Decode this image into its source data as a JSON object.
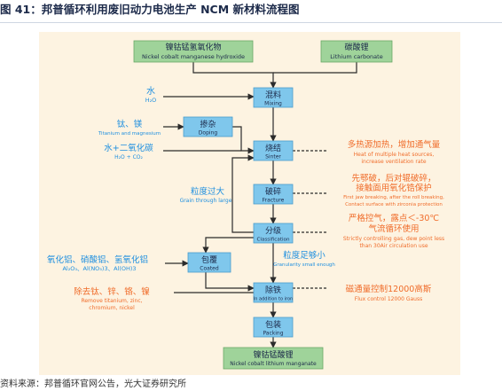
{
  "figure_title": "图 41：邦普循环利用废旧动力电池生产 NCM 新材料流程图",
  "source_text": "资料来源：邦普循环官网公告，光大证券研究所",
  "colors": {
    "panel": "#fdf3e1",
    "box_teal": "#7fc7ec",
    "box_green": "#9fd39a",
    "arrow": "#2b2b2b",
    "input_text": "#1e8fe0",
    "note_text": "#f06c2a",
    "title_text": "#1c2a4a"
  },
  "nodes": {
    "hydroxide": {
      "zh": "镍钴锰氢氧化物",
      "en": "Nickel cobalt manganese hydroxide"
    },
    "li_carbonate": {
      "zh": "碳酸锂",
      "en": "Lithium carbonate"
    },
    "mixing": {
      "zh": "混料",
      "en": "Mixing"
    },
    "doping": {
      "zh": "掺杂",
      "en": "Doping"
    },
    "sinter": {
      "zh": "烧结",
      "en": "Sinter"
    },
    "fracture": {
      "zh": "破碎",
      "en": "Fracture"
    },
    "classification": {
      "zh": "分级",
      "en": "Classification"
    },
    "coated": {
      "zh": "包覆",
      "en": "Coated"
    },
    "iron_removal": {
      "zh": "除铁",
      "en": "In addition to iron"
    },
    "packing": {
      "zh": "包装",
      "en": "Packing"
    },
    "product": {
      "zh": "镍钴锰酸锂",
      "en": "Nickel cobalt lithium manganate"
    }
  },
  "inputs": {
    "water": {
      "zh": "水",
      "en": "H₂O"
    },
    "ti_mg": {
      "zh": "钛、镁",
      "en": "Titanium and magnesium"
    },
    "water_co2": {
      "zh": "水+二氧化碳",
      "en": "H₂O + CO₂"
    },
    "grain_large": {
      "zh": "粒度过大",
      "en": "Grain through large"
    },
    "al_compounds": {
      "zh": "氧化铝、硝酸铝、氢氧化铝",
      "en": "Al₂O₃、Al(NO₃)3、Al(OH)3"
    },
    "grain_small": {
      "zh": "粒度足够小",
      "en": "Granularity small enough"
    },
    "remove_metals": {
      "zh": "除去钛、锌、铬、镍",
      "en_1": "Remove titanium, zinc,",
      "en_2": "chromium, nickel"
    }
  },
  "notes": {
    "heat": {
      "zh": "多热源加热，增加通气量",
      "en_1": "Heat of multiple heat sources,",
      "en_2": "increase ventilation rate"
    },
    "jaw": {
      "zh_1": "先鄂破，后对辊破碎，",
      "zh_2": "接触面用氧化锆保护",
      "en_1": "First jaw breaking, after the roll breaking,",
      "en_2": "Contact surface with zirconia protection"
    },
    "air": {
      "zh_1": "严格控气，露点＜-30℃",
      "zh_2": "气流循环使用",
      "en_1": "Strictly controlling gas, dew point less",
      "en_2": "than 30Air circulation use"
    },
    "flux": {
      "zh": "磁通量控制12000高斯",
      "en": "Flux control 12000 Gauss"
    }
  }
}
